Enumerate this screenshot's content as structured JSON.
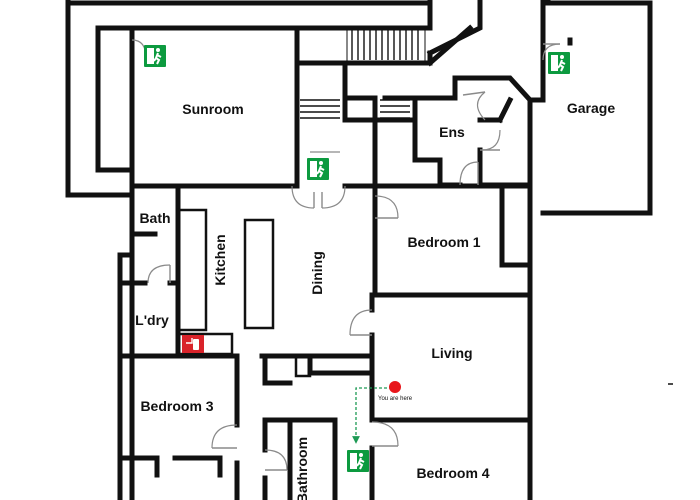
{
  "rooms": {
    "sunroom": "Sunroom",
    "garage": "Garage",
    "ens": "Ens",
    "bath": "Bath",
    "kitchen": "Kitchen",
    "dining": "Dining",
    "bedroom1": "Bedroom 1",
    "laundry": "L'dry",
    "living": "Living",
    "bedroom3": "Bedroom 3",
    "bathroom": "Bathroom",
    "bedroom4": "Bedroom 4"
  },
  "marker": {
    "label": "You are here",
    "color": "#e8161b"
  },
  "colors": {
    "exit_sign": "#0c9a3f",
    "extinguisher_sign": "#d9232a",
    "route_arrow": "#1e9a55"
  },
  "icons": [
    "exit-sign-icon",
    "fire-extinguisher-icon",
    "you-are-here-marker"
  ]
}
